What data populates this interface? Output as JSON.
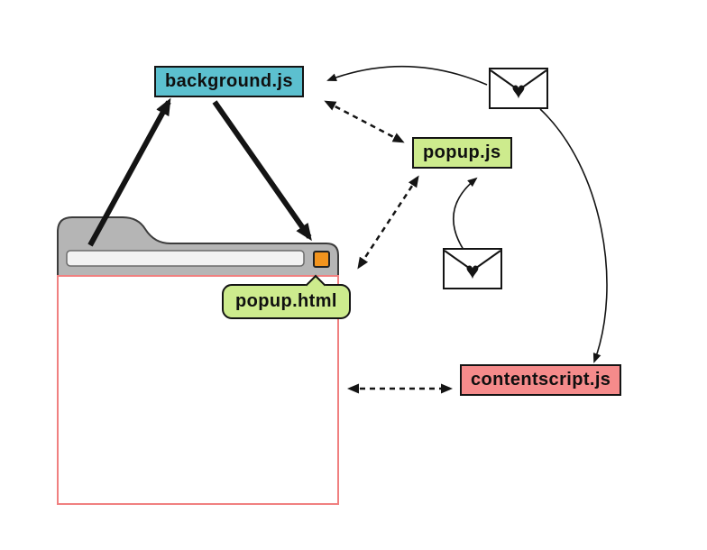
{
  "diagram": {
    "nodes": {
      "background": {
        "label": "background.js",
        "color": "#5cc0cf"
      },
      "popup_js": {
        "label": "popup.js",
        "color": "#cdeb8d"
      },
      "popup_html": {
        "label": "popup.html",
        "color": "#cdeb8d"
      },
      "contentscript": {
        "label": "contentscript.js",
        "color": "#f58b8b"
      }
    },
    "browser": {
      "chrome_color": "#b5b5b5",
      "address_bar_color": "#f2f2f2",
      "page_border_color": "#f08080",
      "extension_icon_color": "#f2941e"
    },
    "message_icon": {
      "glyph": "♥"
    },
    "edges": [
      {
        "from": "browser-tab",
        "to": "background.js",
        "style": "thick-solid"
      },
      {
        "from": "background.js",
        "to": "browser-toolbar",
        "style": "thick-solid"
      },
      {
        "from": "background.js",
        "to": "popup.js",
        "style": "dashed-bidirectional"
      },
      {
        "from": "popup.js",
        "to": "popup.html",
        "style": "dashed-bidirectional"
      },
      {
        "from": "message-envelope-top",
        "to": "background.js",
        "style": "curved-thin"
      },
      {
        "from": "message-envelope-middle",
        "to": "popup.js",
        "style": "curved-thin"
      },
      {
        "from": "message-envelope-top",
        "to": "contentscript.js",
        "style": "curved-thin"
      },
      {
        "from": "page-area",
        "to": "contentscript.js",
        "style": "dashed-bidirectional"
      }
    ]
  }
}
